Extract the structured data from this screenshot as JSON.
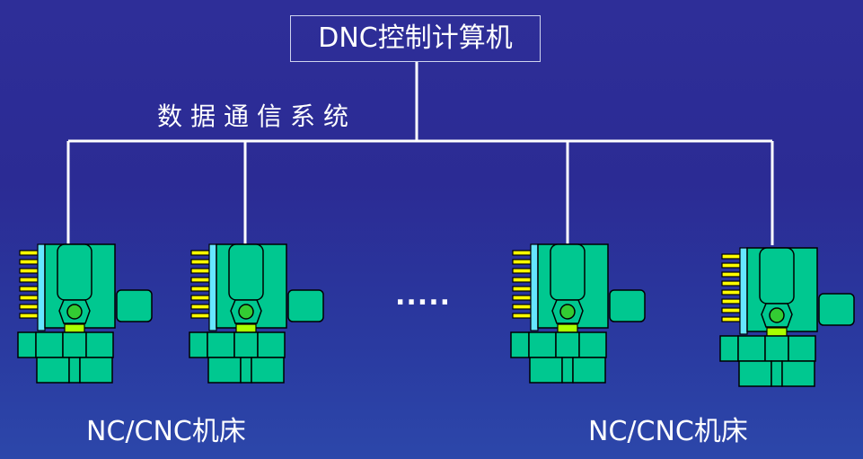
{
  "diagram": {
    "controller_label": "DNC控制计算机",
    "bus_label": "数据通信系统",
    "ellipsis": ".....",
    "machine_labels": [
      "NC/CNC机床",
      "NC/CNC机床"
    ]
  },
  "colors": {
    "machine_body": "#00c890",
    "outline": "#000000",
    "spine": "#66e6ff",
    "teeth": "#ffff00",
    "spindle_head": "#33cc33",
    "tool_holder": "#aaff00",
    "line": "#ffffff",
    "background": "#2e2e98"
  }
}
